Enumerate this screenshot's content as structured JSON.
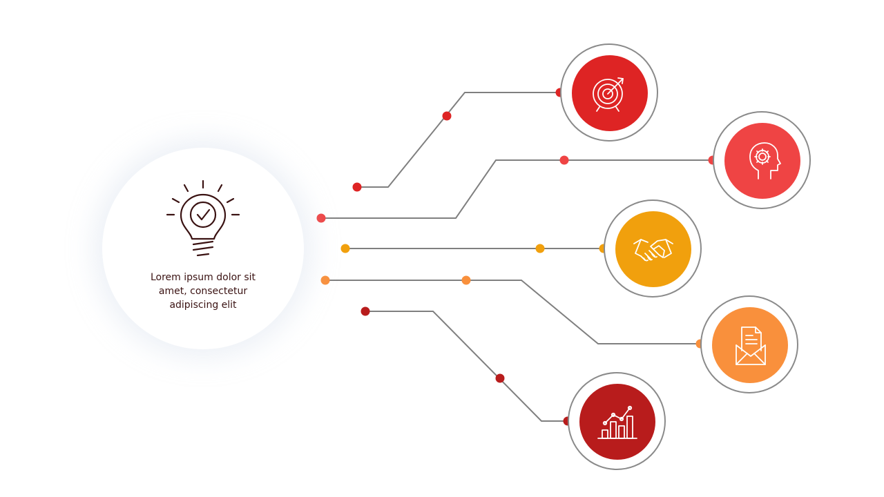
{
  "hub": {
    "icon": "lightbulb-check-icon",
    "text_lines": [
      "Lorem ipsum dolor sit",
      "amet, consectetur",
      "adipiscing elit"
    ]
  },
  "nodes": [
    {
      "icon": "target-arrow-icon",
      "color": "#de2424"
    },
    {
      "icon": "head-gear-icon",
      "color": "#ef4444"
    },
    {
      "icon": "handshake-icon",
      "color": "#f1a00d"
    },
    {
      "icon": "envelope-document-icon",
      "color": "#f9903c"
    },
    {
      "icon": "bar-chart-growth-icon",
      "color": "#b81c1c"
    }
  ],
  "colors": {
    "line": "#7f7f7f",
    "hub_text": "#3a1212",
    "hub_icon": "#3a1212"
  }
}
